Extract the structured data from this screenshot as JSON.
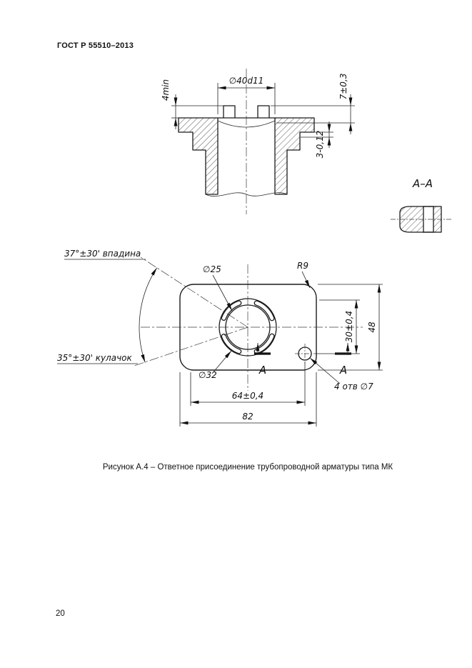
{
  "document": {
    "header": "ГОСТ Р 55510–2013",
    "caption": "Рисунок А.4 – Ответное присоединение трубопроводной арматуры типа МК",
    "page_number": "20"
  },
  "cross_section": {
    "dim_lug_height": "4min",
    "dim_bayonet_dia": "∅40d11",
    "dim_slot_depth": "7±0,3",
    "dim_groove_depth": "3-0,12"
  },
  "section_aa": {
    "label": "А–А"
  },
  "plan_view": {
    "angle_recess": "37°±30' впадина",
    "angle_cam": "35°±30' кулачок",
    "dia_bore": "∅25",
    "corner_radius": "R9",
    "dia_cam": "∅32",
    "holes_note": "4 отв ∅7",
    "dim_hole_rows": "30±0,4",
    "dim_height": "48",
    "dim_hole_cols": "64±0,4",
    "dim_width": "82",
    "section_letter_left": "А",
    "section_letter_right": "А"
  }
}
